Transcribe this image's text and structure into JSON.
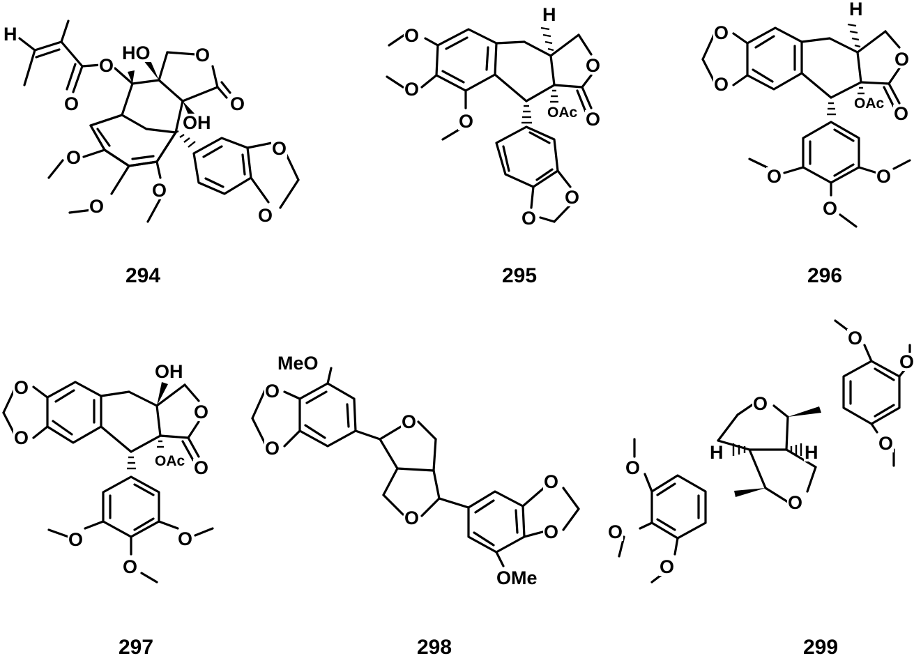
{
  "compounds": [
    {
      "id": "294",
      "labels": {
        "h": "H",
        "oh1": "HO",
        "oh2": "OH",
        "o_ester": "O",
        "o_carbonyl1": "O",
        "o_ring": "O",
        "o_carbonyl2": "O",
        "ome1": "O",
        "ome2": "O",
        "ome3": "O",
        "o_dioxole1": "O",
        "o_dioxole2": "O"
      }
    },
    {
      "id": "295",
      "labels": {
        "h": "H",
        "ome1": "O",
        "ome2": "O",
        "ome3": "O",
        "o_ring": "O",
        "o_carbonyl": "O",
        "oac": "OAc",
        "o_dioxole1": "O",
        "o_dioxole2": "O"
      }
    },
    {
      "id": "296",
      "labels": {
        "h": "H",
        "o_dioxole1": "O",
        "o_dioxole2": "O",
        "o_ring": "O",
        "o_carbonyl": "O",
        "oac": "OAc",
        "ome1": "O",
        "ome2": "O",
        "ome3": "O"
      }
    },
    {
      "id": "297",
      "labels": {
        "oh": "OH",
        "o_dioxole1": "O",
        "o_dioxole2": "O",
        "o_ring": "O",
        "o_carbonyl": "O",
        "oac": "OAc",
        "ome1": "O",
        "ome2": "O",
        "ome3": "O"
      }
    },
    {
      "id": "298",
      "labels": {
        "meo": "MeO",
        "ome": "OMe",
        "o_furan1": "O",
        "o_furan2": "O",
        "o_dioxole1": "O",
        "o_dioxole2": "O",
        "o_dioxole3": "O",
        "o_dioxole4": "O"
      }
    },
    {
      "id": "299",
      "labels": {
        "h1": "H",
        "h2": "H",
        "o_furan1": "O",
        "o_furan2": "O",
        "ome1": "O",
        "ome2": "O",
        "ome3": "O",
        "ome4": "O",
        "ome5": "O",
        "ome6": "O"
      }
    }
  ]
}
